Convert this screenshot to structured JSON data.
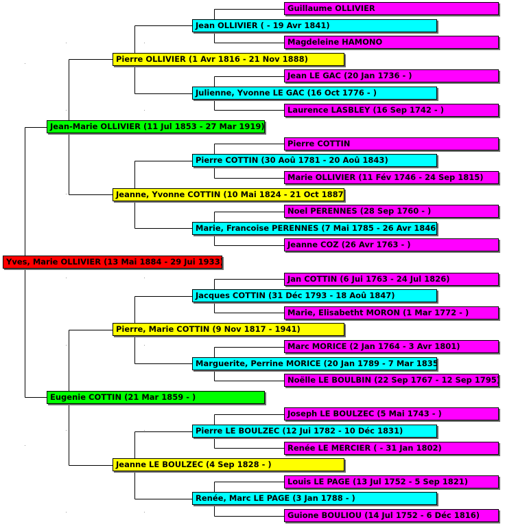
{
  "colors": {
    "generation_0": "#ff0000",
    "generation_1": "#00ff00",
    "generation_2": "#ffff00",
    "generation_3": "#00ffff",
    "generation_4": "#ff00ff",
    "connector": "#000000"
  },
  "persons": [
    {
      "id": "p1",
      "name": "Yves, Marie OLLIVIER (13 Mai 1884 - 29 Jui 1933)",
      "gen": 0
    },
    {
      "id": "p2",
      "name": "Jean-Marie OLLIVIER (11 Jul 1853 - 27 Mar 1919)",
      "gen": 1
    },
    {
      "id": "p3",
      "name": "Eugenie COTTIN (21 Mar 1859 - )",
      "gen": 1
    },
    {
      "id": "p4",
      "name": "Pierre OLLIVIER (1 Avr 1816 - 21 Nov 1888)",
      "gen": 2
    },
    {
      "id": "p5",
      "name": "Jeanne, Yvonne COTTIN (10 Mai 1824 - 21 Oct 1887)",
      "gen": 2
    },
    {
      "id": "p6",
      "name": "Pierre, Marie COTTIN (9 Nov 1817 - 1941)",
      "gen": 2
    },
    {
      "id": "p7",
      "name": "Jeanne LE BOULZEC (4 Sep 1828 - )",
      "gen": 2
    },
    {
      "id": "p8",
      "name": "Jean OLLIVIER ( - 19 Avr 1841)",
      "gen": 3
    },
    {
      "id": "p9",
      "name": "Julienne, Yvonne LE GAC (16 Oct 1776 - )",
      "gen": 3
    },
    {
      "id": "p10",
      "name": "Pierre COTTIN (30 Aoû 1781 - 20 Aoû 1843)",
      "gen": 3
    },
    {
      "id": "p11",
      "name": "Marie, Francoise PERENNES (7 Mai 1785 - 26 Avr 1846)",
      "gen": 3
    },
    {
      "id": "p12",
      "name": "Jacques COTTIN (31 Déc 1793 - 18 Aoû 1847)",
      "gen": 3
    },
    {
      "id": "p13",
      "name": "Marguerite, Perrine MORICE (20 Jan 1789 - 7 Mar 1835)",
      "gen": 3
    },
    {
      "id": "p14",
      "name": "Pierre LE BOULZEC (12 Jui 1782 - 10 Déc 1831)",
      "gen": 3
    },
    {
      "id": "p15",
      "name": "Renée, Marc LE PAGE (3 Jan 1788 - )",
      "gen": 3
    },
    {
      "id": "p16",
      "name": "Guillaume OLLIVIER",
      "gen": 4
    },
    {
      "id": "p17",
      "name": "Magdeleine HAMONO",
      "gen": 4
    },
    {
      "id": "p18",
      "name": "Jean LE GAC (20 Jan 1736 - )",
      "gen": 4
    },
    {
      "id": "p19",
      "name": "Laurence LASBLEY (16 Sep 1742 - )",
      "gen": 4
    },
    {
      "id": "p20",
      "name": "Pierre COTTIN",
      "gen": 4
    },
    {
      "id": "p21",
      "name": "Marie OLLIVIER (11 Fév 1746 - 24 Sep 1815)",
      "gen": 4
    },
    {
      "id": "p22",
      "name": "Noel PERENNES (28 Sep 1760 - )",
      "gen": 4
    },
    {
      "id": "p23",
      "name": "Jeanne COZ (26 Avr 1763 - )",
      "gen": 4
    },
    {
      "id": "p24",
      "name": "Jan COTTIN (6 Jui 1763 - 24 Jul 1826)",
      "gen": 4
    },
    {
      "id": "p25",
      "name": "Marie, Elisabetht MORON (1 Mar 1772 - )",
      "gen": 4
    },
    {
      "id": "p26",
      "name": "Marc MORICE (2 Jan 1764 - 3 Avr 1801)",
      "gen": 4
    },
    {
      "id": "p27",
      "name": "Noëlle LE BOULBIN (22 Sep 1767 - 12 Sep 1795)",
      "gen": 4
    },
    {
      "id": "p28",
      "name": "Joseph LE BOULZEC (5 Mai 1743 - )",
      "gen": 4
    },
    {
      "id": "p29",
      "name": "Renée LE MERCIER ( - 31 Jan 1802)",
      "gen": 4
    },
    {
      "id": "p30",
      "name": "Louis LE PAGE (13 Jul 1752 - 5 Sep 1821)",
      "gen": 4
    },
    {
      "id": "p31",
      "name": "Guione BOULIOU (14 Jul 1752 - 6 Déc 1816)",
      "gen": 4
    }
  ]
}
